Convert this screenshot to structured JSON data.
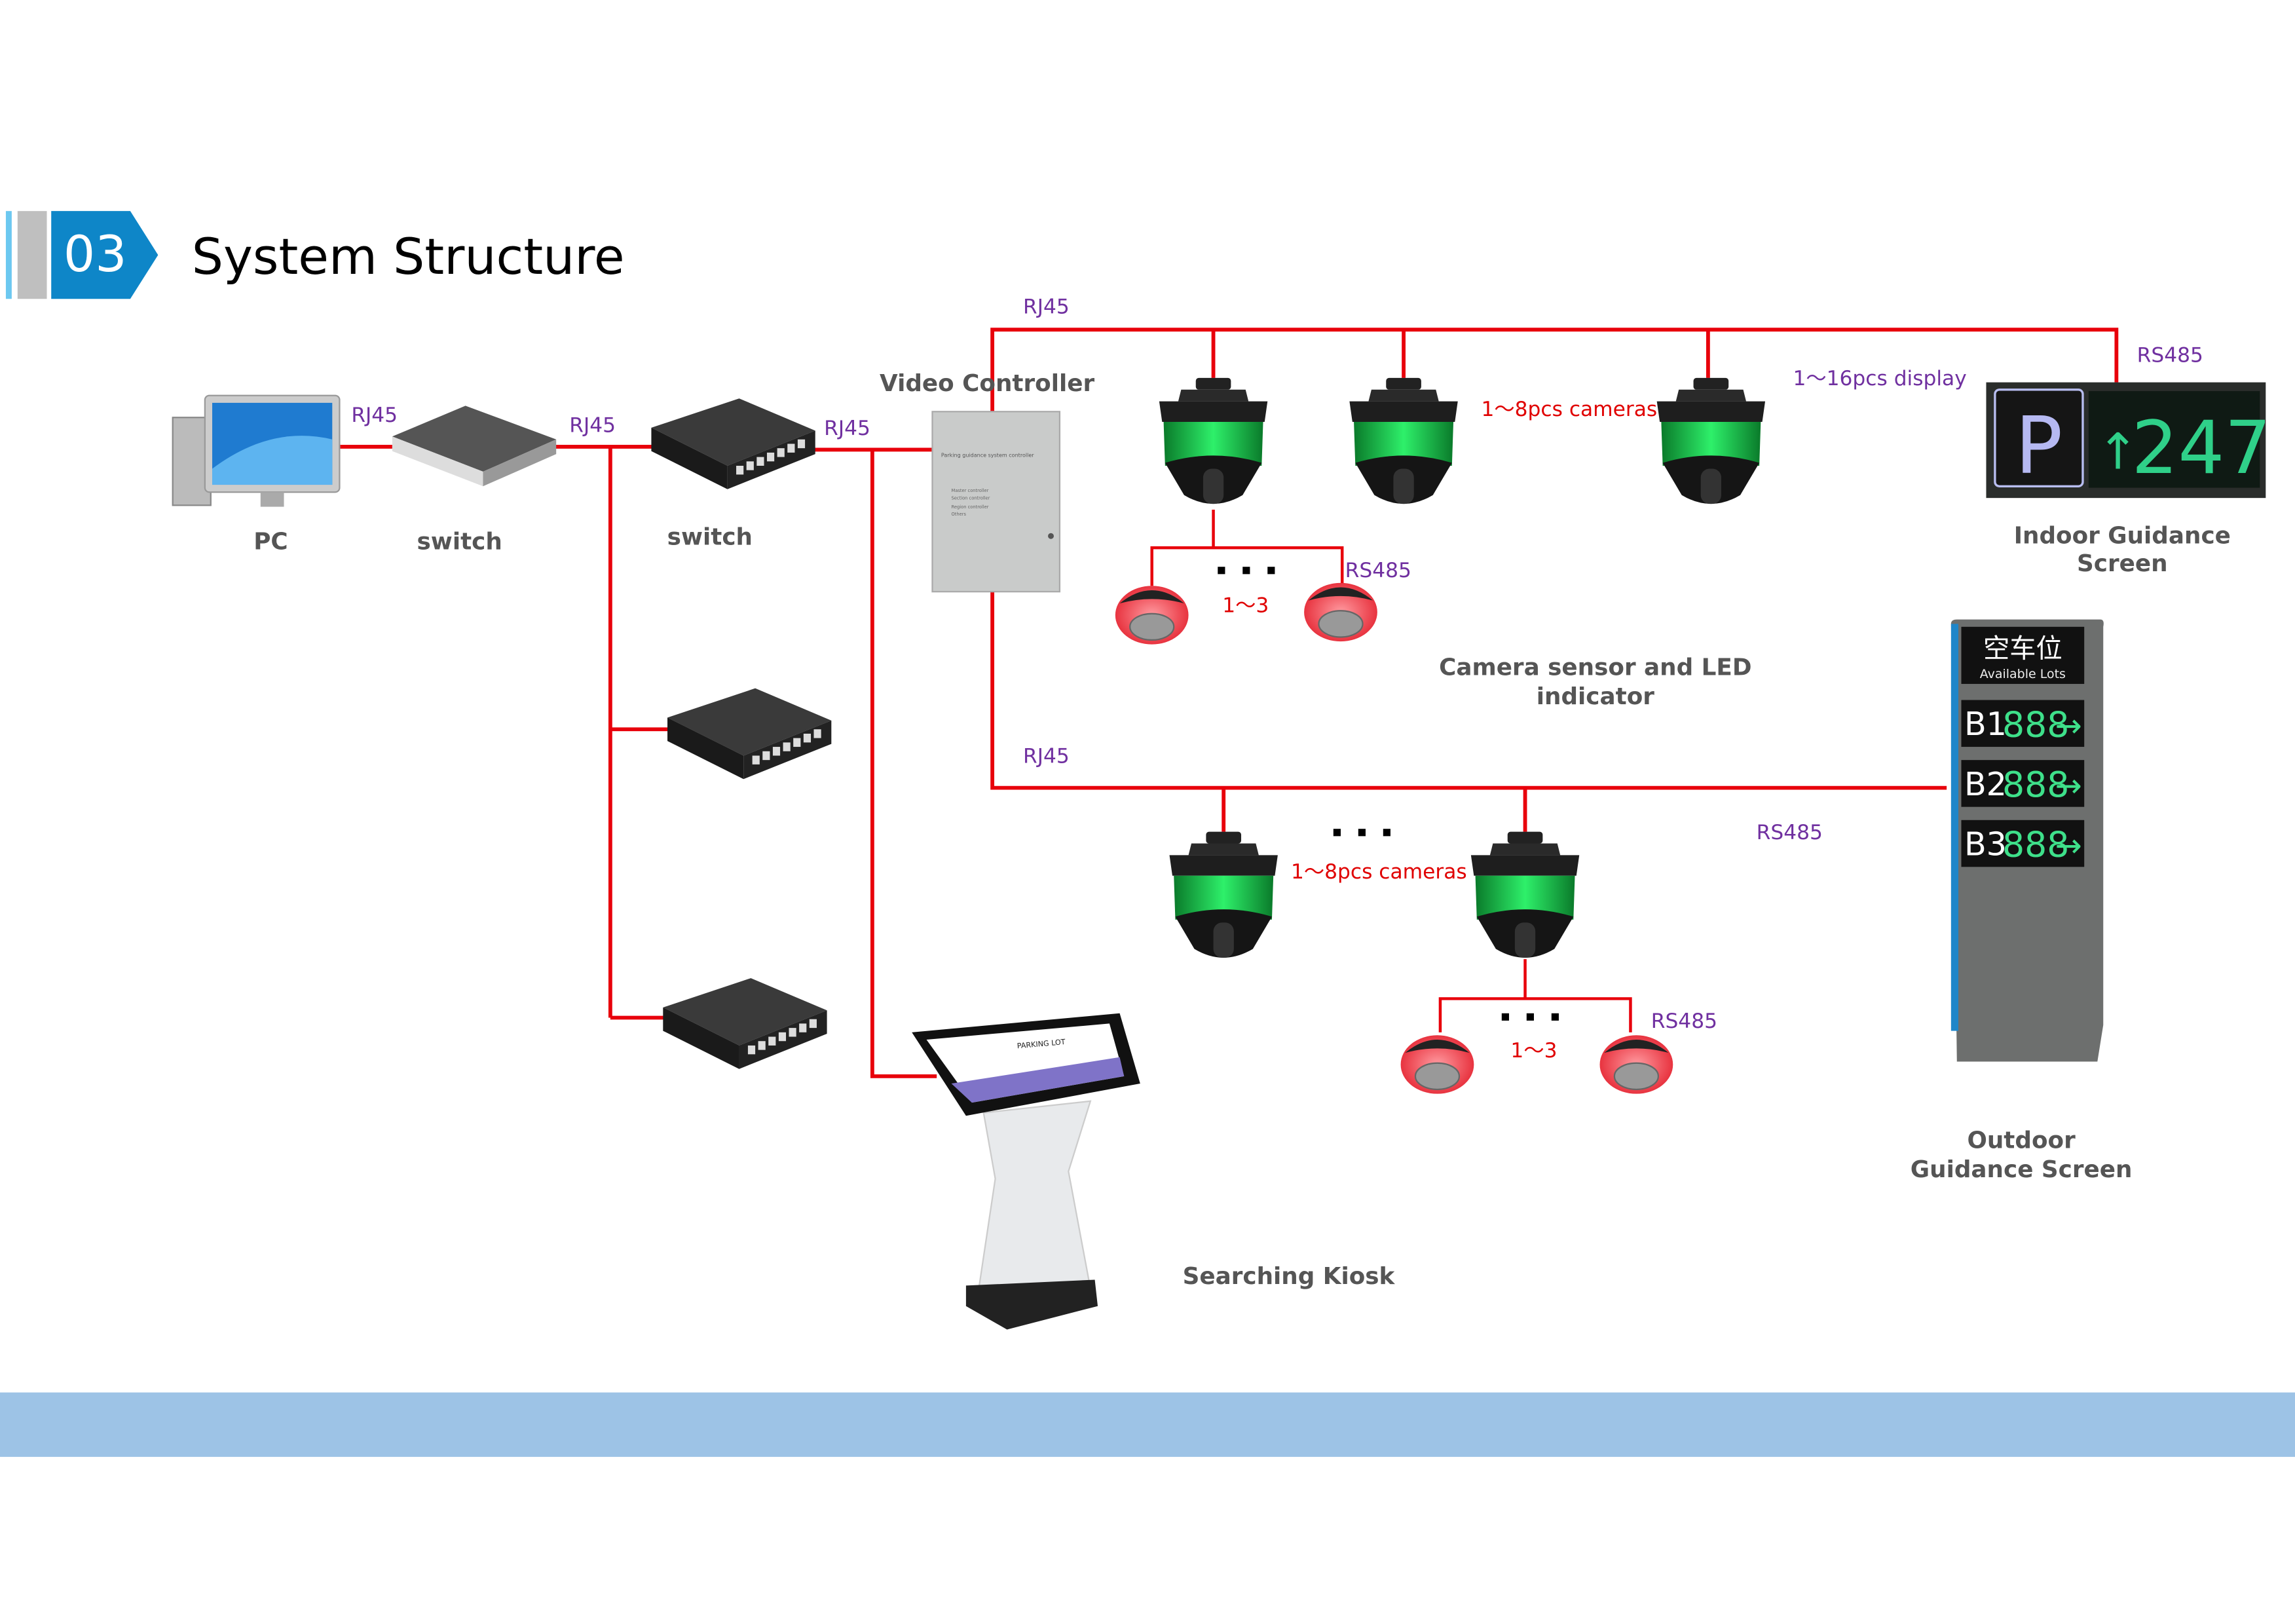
{
  "header": {
    "number": "03",
    "title": "System Structure"
  },
  "devices": {
    "pc": "PC",
    "switch_1": "switch",
    "switch_2": "switch",
    "video_controller": "Video Controller",
    "controller_panel_title": "Parking guidance system controller",
    "controller_options": [
      "Master controller",
      "Section controller",
      "Region controller",
      "Others"
    ],
    "camera_group_label_line1": "Camera sensor and LED",
    "camera_group_label_line2": "indicator",
    "indoor_screen_line1": "Indoor Guidance",
    "indoor_screen_line2": "Screen",
    "outdoor_screen_line1": "Outdoor",
    "outdoor_screen_line2": "Guidance Screen",
    "kiosk": "Searching Kiosk",
    "kiosk_screen_title": "PARKING LOT"
  },
  "connections": {
    "rj45": "RJ45",
    "rs485": "RS485",
    "cameras_count": "1～8pcs cameras",
    "display_count": "1～16pcs display",
    "indicator_count": "1～3"
  },
  "indoor_screen": {
    "symbol": "P",
    "arrow": "↑",
    "count": "247"
  },
  "outdoor_screen": {
    "title_cn": "空车位",
    "title_en": "Available Lots",
    "rows": [
      {
        "level": "B1",
        "count": "888",
        "arrow": "→"
      },
      {
        "level": "B2",
        "count": "888",
        "arrow": "→"
      },
      {
        "level": "B3",
        "count": "888",
        "arrow": "→"
      }
    ]
  },
  "colors": {
    "accent_blue": "#0e86c8",
    "wire_red": "#e8000b",
    "label_purple": "#7030a0",
    "footer_band": "#9dc3e6",
    "led_green": "#22e06a"
  }
}
